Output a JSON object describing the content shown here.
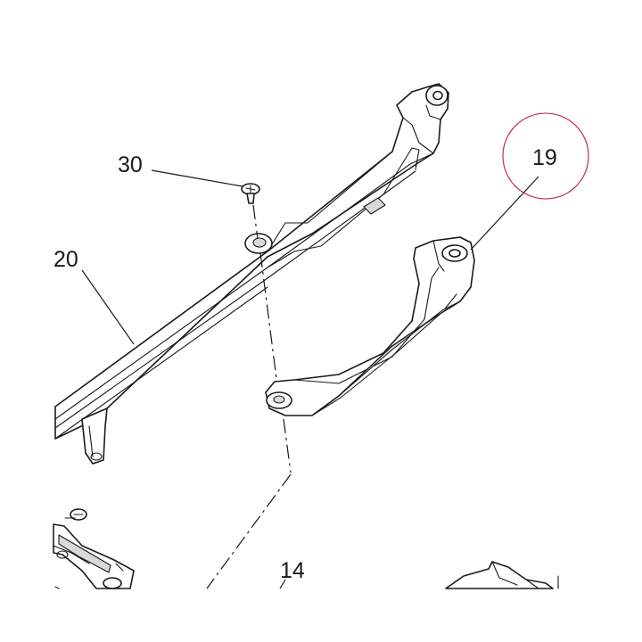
{
  "callouts": {
    "part_30": "30",
    "part_20": "20",
    "part_19": "19",
    "part_14": "14"
  },
  "colors": {
    "line": "#1a1a1a",
    "shade": "#d9d9d9",
    "highlight_circle": "#c2185b",
    "background": "#ffffff"
  },
  "highlighted_callout": "19"
}
